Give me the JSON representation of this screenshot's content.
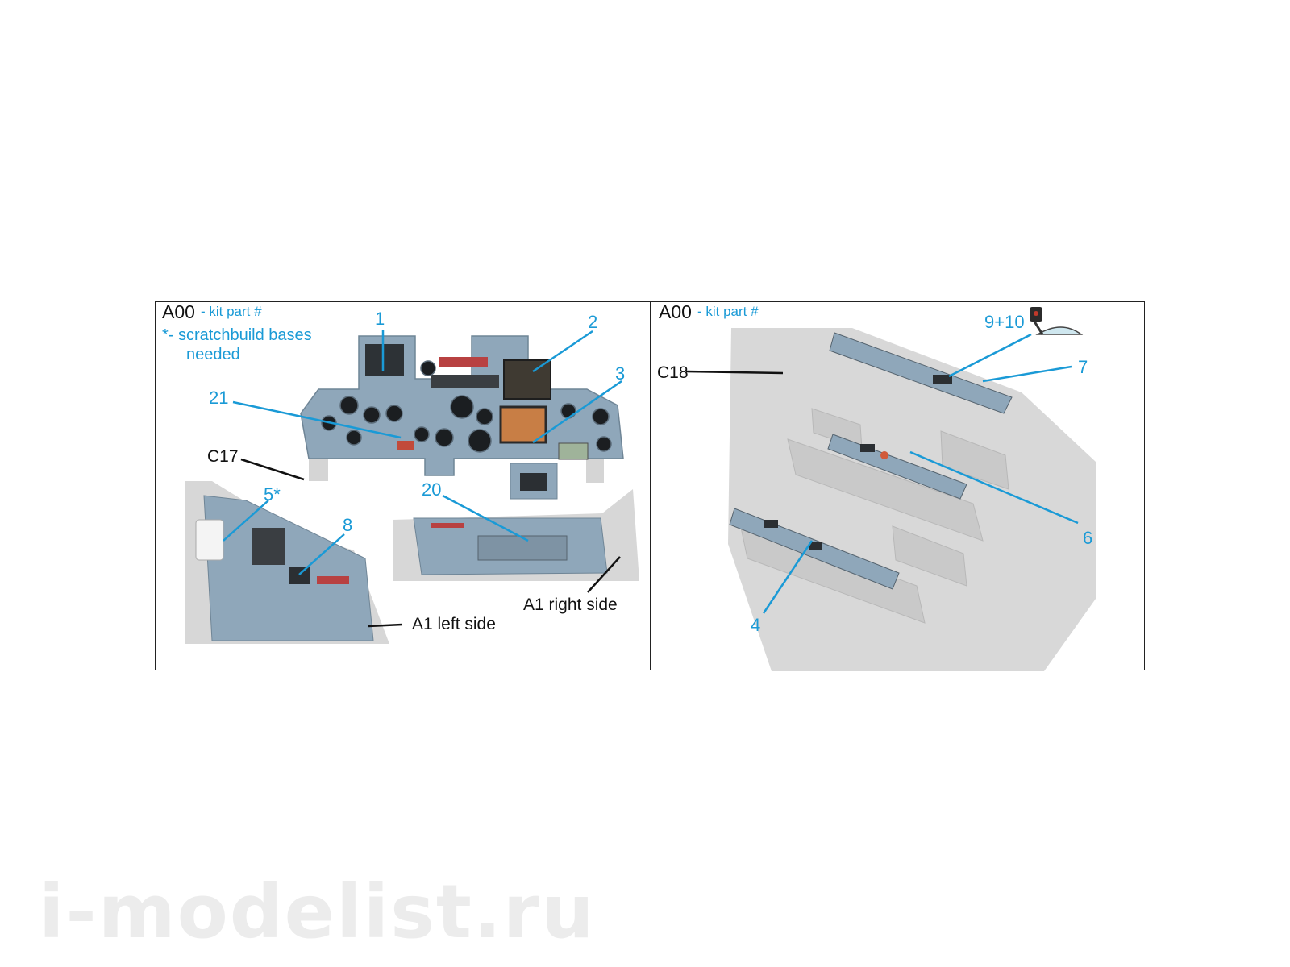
{
  "left_panel": {
    "heading": "A00",
    "heading_note": "- kit part #",
    "asterisk_note": "*- scratchbuild bases",
    "asterisk_note_2": "needed",
    "callouts": [
      "1",
      "2",
      "3",
      "21",
      "5*",
      "8",
      "20"
    ],
    "part_labels": [
      "C17",
      "A1 left side",
      "A1 right side"
    ]
  },
  "right_panel": {
    "heading": "A00",
    "heading_note": "- kit part #",
    "callouts": [
      "9+10",
      "7",
      "6",
      "4"
    ],
    "part_labels": [
      "C18"
    ]
  },
  "watermark": "i-modelist.ru",
  "colors": {
    "callout_blue": "#1a9ad6",
    "panel_blue": "#8fa7ba",
    "kit_grey": "#d7d7d7",
    "border": "#222222"
  }
}
